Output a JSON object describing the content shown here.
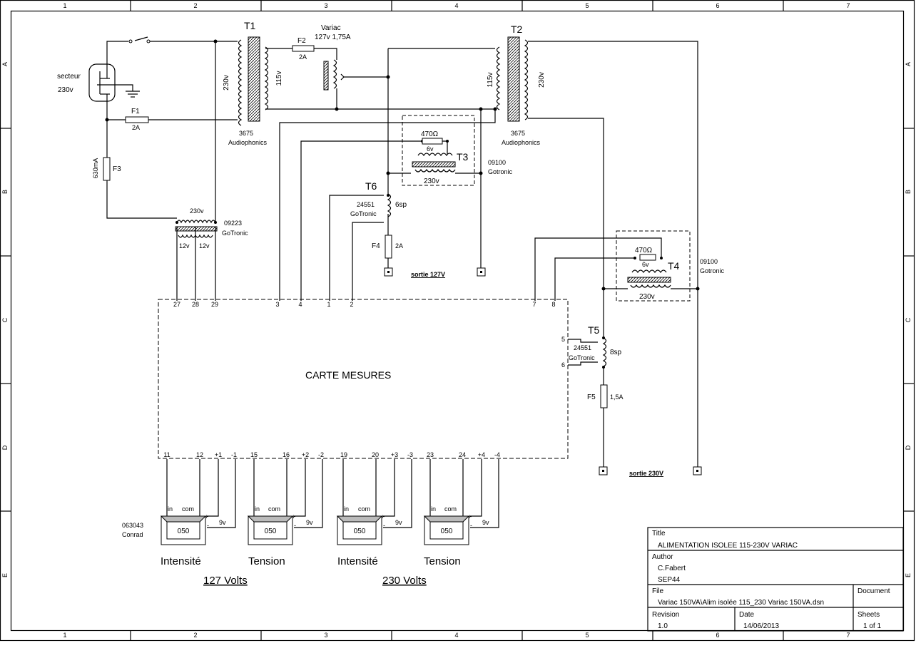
{
  "frame": {
    "columns": [
      "1",
      "2",
      "3",
      "4",
      "5",
      "6",
      "7"
    ],
    "rows": [
      "A",
      "B",
      "C",
      "D",
      "E"
    ]
  },
  "mains": {
    "label": "secteur",
    "voltage": "230v"
  },
  "fuses": [
    {
      "ref": "F1",
      "value": "2A"
    },
    {
      "ref": "F2",
      "value": "2A"
    },
    {
      "ref": "F3",
      "value": "630mA"
    },
    {
      "ref": "F4",
      "value": "2A"
    },
    {
      "ref": "F5",
      "value": "1,5A"
    }
  ],
  "variac": {
    "name": "Variac",
    "rating": "127v 1,75A"
  },
  "t1": {
    "ref": "T1",
    "primary": "230v",
    "secondary": "115v",
    "part": "3675",
    "maker": "Audiophonics"
  },
  "t2": {
    "ref": "T2",
    "primary": "115v",
    "secondary": "230v",
    "part": "3675",
    "maker": "Audiophonics"
  },
  "t3": {
    "ref": "T3",
    "resistor": "470Ω",
    "low": "6v",
    "high": "230v",
    "part": "09100",
    "maker": "Gotronic"
  },
  "t4": {
    "ref": "T4",
    "resistor": "470Ω",
    "low": "6v",
    "high": "230v",
    "part": "09100",
    "maker": "Gotronic"
  },
  "t5": {
    "ref": "T5",
    "part": "24551",
    "maker": "GoTronic",
    "turns": "8sp"
  },
  "t6": {
    "ref": "T6",
    "part": "24551",
    "maker": "GoTronic",
    "turns": "6sp"
  },
  "tsupply": {
    "primary": "230v",
    "sec1": "12v",
    "sec2": "12v",
    "part": "09223",
    "maker": "GoTronic"
  },
  "outputs": {
    "out127": "sortie 127V",
    "out230": "sortie 230V"
  },
  "board": {
    "label": "CARTE MESURES",
    "top_pins": [
      "27",
      "28",
      "29",
      "3",
      "4",
      "1",
      "2",
      "7",
      "8"
    ],
    "side_pins": [
      "5",
      "6"
    ],
    "bottom_pins": [
      "11",
      "12",
      "+1",
      "-1",
      "15",
      "16",
      "+2",
      "-2",
      "19",
      "20",
      "+3",
      "-3",
      "23",
      "24",
      "+4",
      "-4"
    ]
  },
  "meters": [
    {
      "display": "050",
      "in": "in",
      "com": "com",
      "plus": "+",
      "minus": "-",
      "supply": "9v",
      "caption": "Intensité"
    },
    {
      "display": "050",
      "in": "in",
      "com": "com",
      "plus": "+",
      "minus": "-",
      "supply": "9v",
      "caption": "Tension"
    },
    {
      "display": "050",
      "in": "in",
      "com": "com",
      "plus": "+",
      "minus": "-",
      "supply": "9v",
      "caption": "Intensité"
    },
    {
      "display": "050",
      "in": "in",
      "com": "com",
      "plus": "+",
      "minus": "-",
      "supply": "9v",
      "caption": "Tension"
    }
  ],
  "meter_part": {
    "part": "063043",
    "maker": "Conrad"
  },
  "groups": {
    "g127": "127 Volts",
    "g230": "230 Volts"
  },
  "title_block": {
    "title_label": "Title",
    "title": "ALIMENTATION ISOLEE 115-230V VARIAC",
    "author_label": "Author",
    "author": "C.Fabert",
    "org": "SEP44",
    "file_label": "File",
    "file": "Variac 150VA\\Alim isolée 115_230 Variac 150VA.dsn",
    "document_label": "Document",
    "revision_label": "Revision",
    "revision": "1.0",
    "date_label": "Date",
    "date": "14/06/2013",
    "sheets_label": "Sheets",
    "sheets": "1 of 1"
  }
}
